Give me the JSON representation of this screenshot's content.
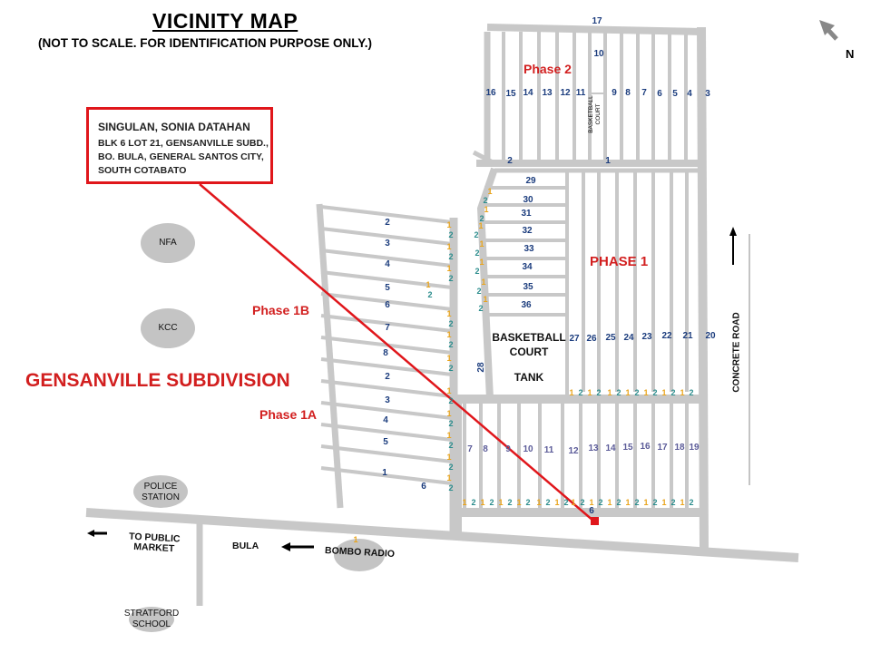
{
  "header": {
    "title": "VICINITY MAP",
    "subtitle": "(NOT TO SCALE. FOR IDENTIFICATION PURPOSE ONLY.)"
  },
  "owner_box": {
    "name": "SINGULAN, SONIA DATAHAN",
    "lines": [
      "BLK 6 LOT 21, GENSANVILLE SUBD.,",
      "BO. BULA, GENERAL SANTOS CITY,",
      "SOUTH COTABATO"
    ]
  },
  "subdivision_name": "GENSANVILLE SUBDIVISION",
  "phases": {
    "phase2": "Phase 2",
    "phase1": "PHASE 1",
    "phase1b": "Phase 1B",
    "phase1a": "Phase 1A"
  },
  "north_label": "N",
  "landmarks": {
    "nfa": "NFA",
    "kcc": "KCC",
    "police": [
      "POLICE",
      "STATION"
    ],
    "bombo": "BOMBO RADIO",
    "bombo_marker": "1",
    "stratford": [
      "STRATFORD",
      "SCHOOL"
    ],
    "basketball_court_phase1": [
      "BASKETBALL",
      "COURT"
    ],
    "tank": "TANK",
    "basketball_court_phase2": [
      "BASKETBALL",
      "COURT"
    ]
  },
  "roads": {
    "concrete_road": "CONCRETE ROAD",
    "to_public_market": [
      "TO PUBLIC",
      "MARKET"
    ],
    "bula": "BULA"
  },
  "lots": {
    "phase2": [
      "17",
      "10",
      "16",
      "15",
      "14",
      "13",
      "12",
      "11",
      "9",
      "8",
      "7",
      "6",
      "5",
      "4",
      "3",
      "2",
      "1"
    ],
    "phase1": [
      "29",
      "30",
      "31",
      "32",
      "33",
      "34",
      "35",
      "36",
      "27",
      "26",
      "25",
      "24",
      "23",
      "22",
      "21",
      "20",
      "28"
    ],
    "phase1b": [
      "2",
      "3",
      "4",
      "5",
      "6",
      "7",
      "8",
      "2",
      "3",
      "4",
      "5",
      "1",
      "6"
    ],
    "phase1a": [
      "7",
      "8",
      "9",
      "10",
      "11",
      "12",
      "13",
      "14",
      "15",
      "16",
      "17",
      "18",
      "19",
      "6"
    ]
  },
  "corner_markers": {
    "one": "1",
    "two": "2"
  },
  "colors": {
    "road": "#c8c8c8",
    "red": "#e0161b",
    "lot_number": "#1b3c7d",
    "lot_number_1a": "#5b5b98",
    "marker_one": "#e9a41c",
    "marker_two": "#2a8c8c"
  }
}
